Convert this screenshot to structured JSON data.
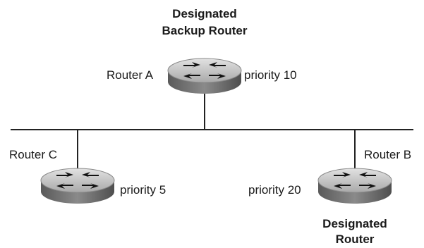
{
  "routers": {
    "a": {
      "name": "Router A",
      "priority": "priority 10",
      "role_line1": "Designated",
      "role_line2": "Backup Router"
    },
    "b": {
      "name": "Router B",
      "priority": "priority 20",
      "role_line1": "Designated",
      "role_line2": "Router"
    },
    "c": {
      "name": "Router C",
      "priority": "priority 5"
    }
  },
  "icons": {
    "router": "router-icon"
  },
  "colors": {
    "router_top": "#c9c9c9",
    "router_body": "#6e6e6e",
    "line": "#222222",
    "arrow": "#111111"
  }
}
